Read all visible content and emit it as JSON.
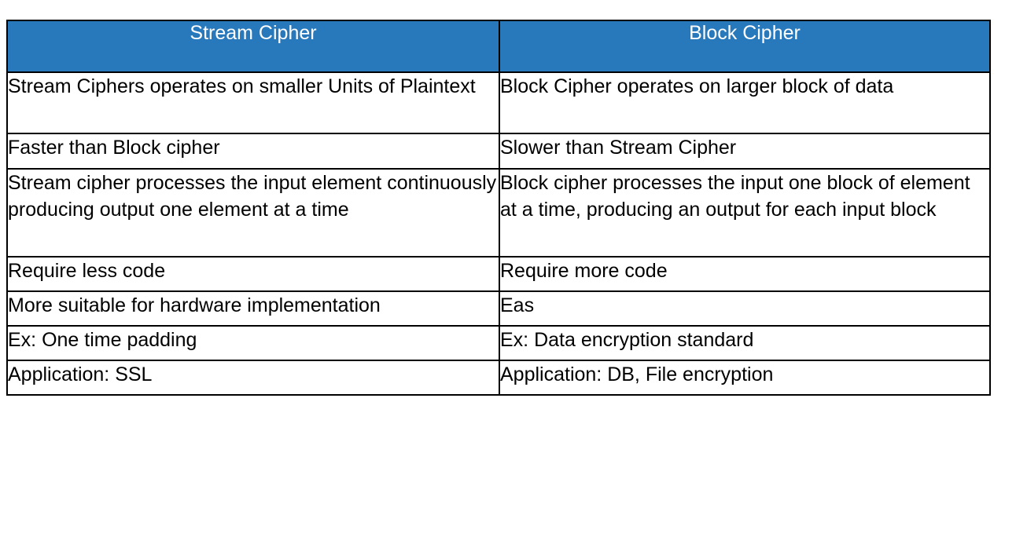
{
  "table": {
    "title": "Stream Cipher versus Block Cipher comparison table",
    "accent_color": "#2878bc",
    "header_text_color": "#ffffff",
    "border_color": "#000000",
    "background_color": "#ffffff",
    "columns": [
      {
        "label": "Stream Cipher"
      },
      {
        "label": "Block Cipher"
      }
    ],
    "rows": [
      {
        "left": "Stream Ciphers operates on smaller Units of Plaintext",
        "right": "Block Cipher operates on larger block of data"
      },
      {
        "left": "Faster than Block cipher",
        "right": "Slower than Stream Cipher"
      },
      {
        "left": "Stream cipher processes the input element continuously producing output one element at a time",
        "right": "Block cipher processes the input one block of element at a time, producing an output for each input block"
      },
      {
        "left": "Require less code",
        "right": "Require more code"
      },
      {
        "left": "More suitable for hardware implementation",
        "right": "Eas"
      },
      {
        "left": "Ex: One time padding",
        "right": "Ex: Data encryption standard"
      },
      {
        "left": "Application: SSL",
        "right": "Application: DB, File encryption"
      }
    ]
  }
}
